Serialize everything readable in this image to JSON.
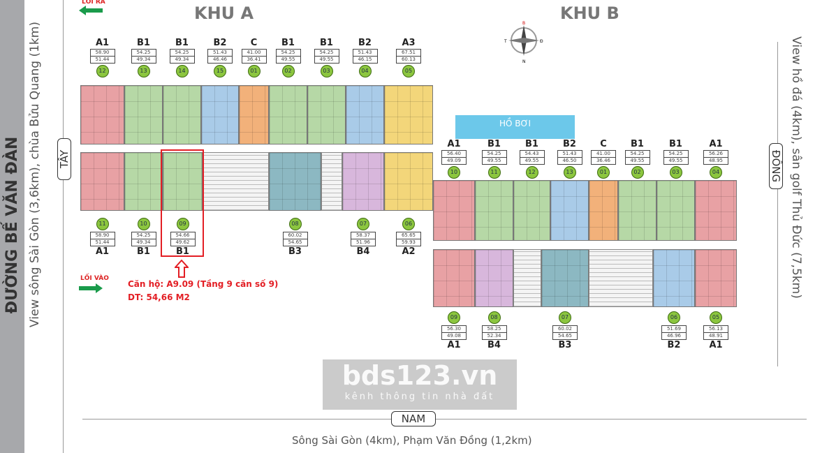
{
  "road": "ĐƯỜNG BẾ VĂN ĐÀN",
  "view_west": "View sông Sài Gòn (3,6km), chùa Bửu Quang (1km)",
  "view_east": "View hồ đá (4km), sân golf Thủ Đức (7,5km)",
  "view_south": "Sông Sài Gòn (4km), Phạm Văn Đồng (1,2km)",
  "directions": {
    "west": "TÂY",
    "east": "ĐÔNG",
    "south": "NAM"
  },
  "compass": {
    "n": "B",
    "s": "N",
    "e": "Đ",
    "w": "T"
  },
  "khu_a_title": "KHU A",
  "khu_b_title": "KHU B",
  "exit_label": "LỐI RA",
  "entrance_label": "LỐI VÀO",
  "pool_label": "HỒ BƠI",
  "watermark": {
    "main": "bds123.vn",
    "sub": "kênh thông tin nhà đất"
  },
  "note": {
    "line1": "Căn hộ: A9.09 (Tầng 9 căn số 9)",
    "line2": "DT: 54,66 M2"
  },
  "colors": {
    "A1": "#e8a1a4",
    "A2": "#f3d67a",
    "A3": "#f3d67a",
    "B1": "#b6d8a6",
    "B2": "#a9cbe8",
    "B3": "#8cb8c2",
    "B4": "#d8b7dc",
    "C": "#f2b17a"
  },
  "khu_a": {
    "top": [
      {
        "no": "12",
        "type": "A1",
        "a": "58.90",
        "b": "51.44"
      },
      {
        "no": "13",
        "type": "B1",
        "a": "54.25",
        "b": "49.34"
      },
      {
        "no": "14",
        "type": "B1",
        "a": "54.25",
        "b": "49.34"
      },
      {
        "no": "15",
        "type": "B2",
        "a": "51.43",
        "b": "46.46"
      },
      {
        "no": "01",
        "type": "C",
        "a": "41.00",
        "b": "36.41"
      },
      {
        "no": "02",
        "type": "B1",
        "a": "54.25",
        "b": "49.55"
      },
      {
        "no": "03",
        "type": "B1",
        "a": "54.25",
        "b": "49.55"
      },
      {
        "no": "04",
        "type": "B2",
        "a": "51.43",
        "b": "46.15"
      },
      {
        "no": "05",
        "type": "A3",
        "a": "67.51",
        "b": "60.13"
      }
    ],
    "bottom": [
      {
        "no": "11",
        "type": "A1",
        "a": "58.90",
        "b": "51.44"
      },
      {
        "no": "10",
        "type": "B1",
        "a": "54.25",
        "b": "49.34"
      },
      {
        "no": "09",
        "type": "B1",
        "a": "54.66",
        "b": "49.62"
      },
      {
        "no": "08",
        "type": "B3",
        "a": "60.02",
        "b": "54.65"
      },
      {
        "no": "07",
        "type": "B4",
        "a": "58.37",
        "b": "51.96"
      },
      {
        "no": "06",
        "type": "A2",
        "a": "65.65",
        "b": "59.93"
      }
    ]
  },
  "khu_b": {
    "top": [
      {
        "no": "10",
        "type": "A1",
        "a": "56.40",
        "b": "49.09"
      },
      {
        "no": "11",
        "type": "B1",
        "a": "54.25",
        "b": "49.55"
      },
      {
        "no": "12",
        "type": "B1",
        "a": "54.43",
        "b": "49.55"
      },
      {
        "no": "13",
        "type": "B2",
        "a": "51.43",
        "b": "46.50"
      },
      {
        "no": "01",
        "type": "C",
        "a": "41.00",
        "b": "36.46"
      },
      {
        "no": "02",
        "type": "B1",
        "a": "54.25",
        "b": "49.55"
      },
      {
        "no": "03",
        "type": "B1",
        "a": "54.25",
        "b": "49.55"
      },
      {
        "no": "04",
        "type": "A1",
        "a": "56.26",
        "b": "48.95"
      }
    ],
    "bottom": [
      {
        "no": "09",
        "type": "A1",
        "a": "56.30",
        "b": "49.08"
      },
      {
        "no": "08",
        "type": "B4",
        "a": "58.25",
        "b": "52.34"
      },
      {
        "no": "07",
        "type": "B3",
        "a": "60.02",
        "b": "54.65"
      },
      {
        "no": "06",
        "type": "B2",
        "a": "51.69",
        "b": "46.96"
      },
      {
        "no": "05",
        "type": "A1",
        "a": "56.13",
        "b": "48.91"
      }
    ]
  }
}
